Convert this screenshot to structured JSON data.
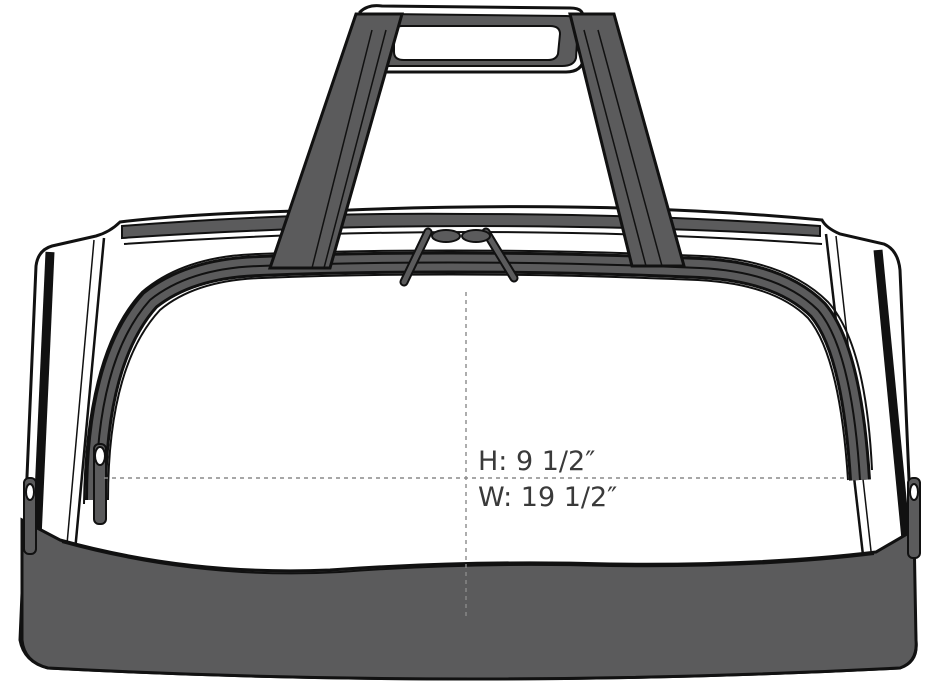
{
  "diagram": {
    "subject": "duffel-bag",
    "height_label": "H: 9 1/2″",
    "width_label": "W: 19 1/2″"
  },
  "colors": {
    "strap": "#5b5b5c",
    "base_panel": "#5b5b5c",
    "outline": "#111111",
    "body": "#ffffff",
    "dimension_line": "#8a8a8a",
    "label_text": "#3a3a3a"
  }
}
